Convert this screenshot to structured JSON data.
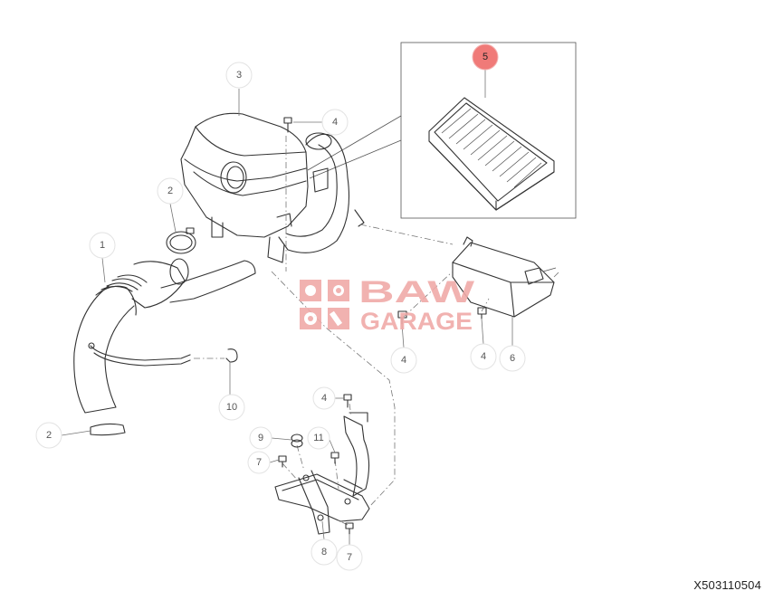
{
  "diagram": {
    "reference_code": "X503110504",
    "watermark": {
      "line1": "BAW",
      "line2": "GARAGE"
    },
    "callouts": [
      {
        "label": "1",
        "part": "intake hose"
      },
      {
        "label": "2",
        "part": "hose clamp (upper)"
      },
      {
        "label": "2",
        "part": "hose clamp (lower)"
      },
      {
        "label": "3",
        "part": "air cleaner housing"
      },
      {
        "label": "4",
        "part": "bolt (housing top)"
      },
      {
        "label": "4",
        "part": "bolt (housing left)"
      },
      {
        "label": "4",
        "part": "bolt (resonator)"
      },
      {
        "label": "4",
        "part": "bolt (bracket)"
      },
      {
        "label": "5",
        "part": "air filter element",
        "highlighted": true
      },
      {
        "label": "6",
        "part": "resonator"
      },
      {
        "label": "7",
        "part": "bolt (bracket left)"
      },
      {
        "label": "7",
        "part": "bolt (bracket bottom)"
      },
      {
        "label": "8",
        "part": "bracket"
      },
      {
        "label": "9",
        "part": "grommet"
      },
      {
        "label": "10",
        "part": "clip"
      },
      {
        "label": "11",
        "part": "bolt (bracket center)"
      }
    ],
    "colors": {
      "highlight": "#f07a78",
      "watermark": "#f0aaa8",
      "line": "#333333"
    }
  }
}
